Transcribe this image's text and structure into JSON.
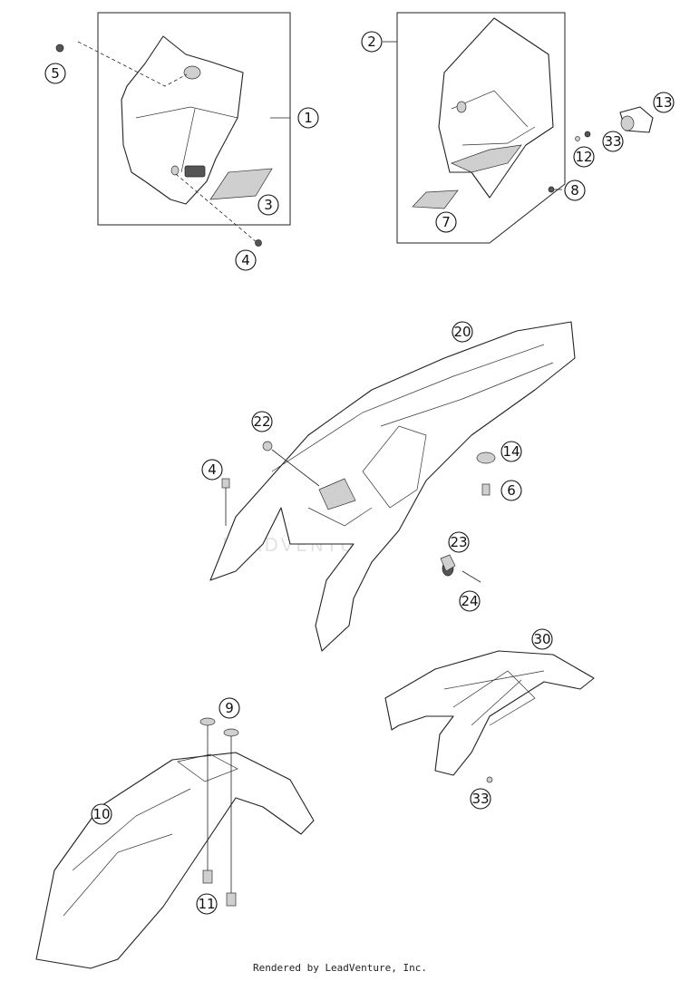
{
  "callouts": [
    "1",
    "2",
    "3",
    "4",
    "5",
    "6",
    "7",
    "8",
    "9",
    "10",
    "11",
    "12",
    "13",
    "14",
    "20",
    "22",
    "23",
    "24",
    "30",
    "33"
  ],
  "watermark": "LEADVENTURE",
  "credit": "Rendered by LeadVenture, Inc."
}
